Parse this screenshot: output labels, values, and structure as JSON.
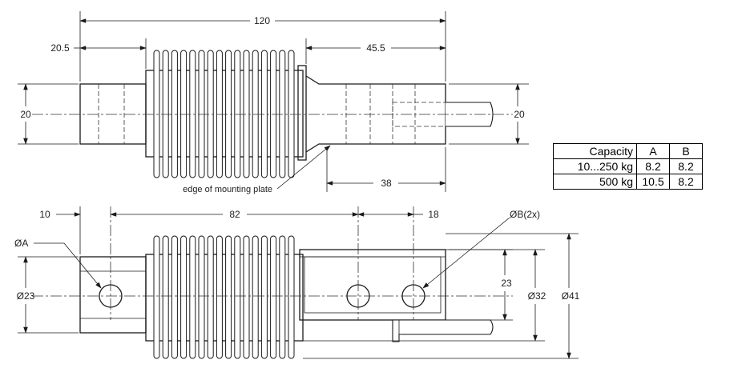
{
  "dimensions": {
    "overall_length": "120",
    "left_hub_length": "20.5",
    "right_hub_length": "45.5",
    "left_hub_height": "20",
    "right_hub_height": "20",
    "mount_offset": "38",
    "left_offset": "10",
    "hole_spacing": "82",
    "right_hole_spacing": "18",
    "dia_left": "Ø23",
    "height_23": "23",
    "dia_32": "Ø32",
    "dia_41": "Ø41"
  },
  "labels": {
    "edge_note": "edge of mounting plate",
    "hole_a": "ØA",
    "hole_b": "ØB(2x)"
  },
  "table": {
    "headers": [
      "Capacity",
      "A",
      "B"
    ],
    "rows": [
      [
        "10...250 kg",
        "8.2",
        "8.2"
      ],
      [
        "500 kg",
        "10.5",
        "8.2"
      ]
    ]
  }
}
